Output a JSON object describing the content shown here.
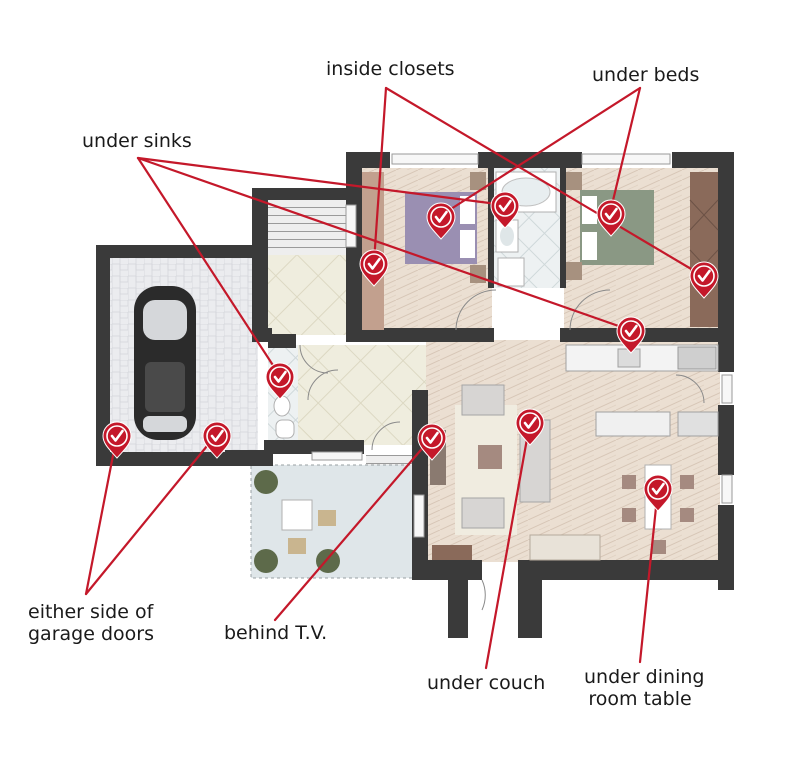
{
  "labels": {
    "inside_closets": "inside closets",
    "under_beds": "under beds",
    "under_sinks": "under sinks",
    "garage_doors_line1": "either side of",
    "garage_doors_line2": "garage doors",
    "behind_tv": "behind T.V.",
    "under_couch": "under couch",
    "dining_line1": "under dining",
    "dining_line2": "room table"
  },
  "colors": {
    "accent": "#c4182a",
    "wall": "#3a3a3a",
    "floor_wood": "#e9ddd0",
    "floor_tile": "#ece9d8",
    "bath_tile": "#e6ecee",
    "garage": "#ecedef",
    "bed": "#9a8fb2",
    "bed2": "#8a9884",
    "closet": "#8a6a5a",
    "patio": "#dfe5e8"
  },
  "markers": [
    {
      "id": "closet-left"
    },
    {
      "id": "closet-right"
    },
    {
      "id": "bed-left"
    },
    {
      "id": "bath-sink"
    },
    {
      "id": "bed-right"
    },
    {
      "id": "kitchen-sink"
    },
    {
      "id": "hall-sink"
    },
    {
      "id": "garage-left"
    },
    {
      "id": "garage-right"
    },
    {
      "id": "tv"
    },
    {
      "id": "couch"
    },
    {
      "id": "dining-table"
    }
  ]
}
